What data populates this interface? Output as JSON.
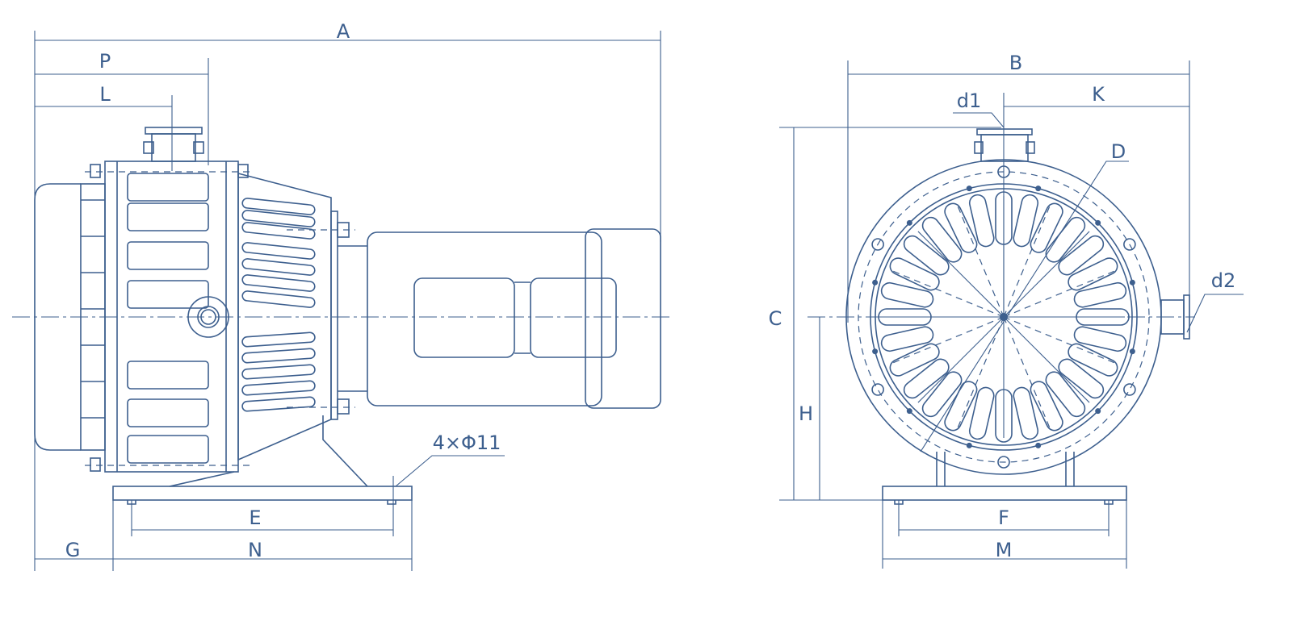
{
  "colors": {
    "line": "#3d5f8e",
    "background": "#ffffff"
  },
  "side_view": {
    "dimensions": {
      "A": "A",
      "P": "P",
      "L": "L",
      "E": "E",
      "N": "N",
      "G": "G"
    },
    "hole_note": "4×Φ11"
  },
  "front_view": {
    "dimensions": {
      "B": "B",
      "K": "K",
      "d1": "d1",
      "D": "D",
      "C": "C",
      "H": "H",
      "d2": "d2",
      "F": "F",
      "M": "M"
    },
    "radial_fin_count": 28
  }
}
